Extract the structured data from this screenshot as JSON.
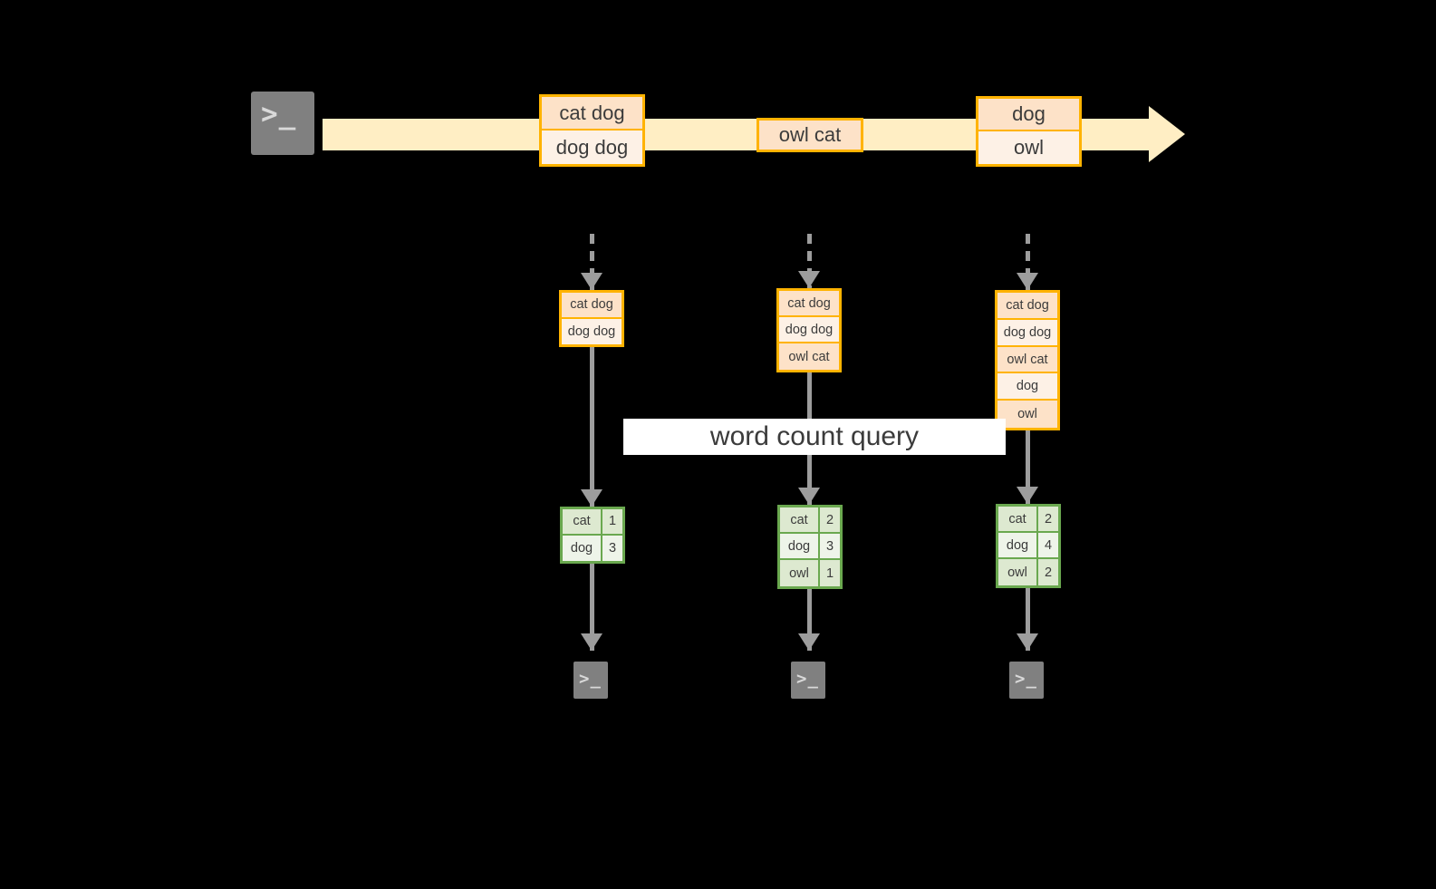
{
  "diagram": {
    "title_banner": "word count query",
    "source_icon": "terminal-icon",
    "sink_icon": "terminal-icon",
    "colors": {
      "background": "#000000",
      "stream_band": "#ffeec4",
      "record_border": "#ffb300",
      "record_fill_dark": "#fde2c8",
      "record_fill_light": "#fdf1e6",
      "result_border": "#6aa84f",
      "result_fill_dark": "#dde9d0",
      "result_fill_light": "#eef4e9",
      "connector": "#9d9d9d",
      "banner_fill": "#ffffff",
      "terminal_fill": "#808080"
    }
  },
  "stream": {
    "records": [
      {
        "lines": [
          "cat dog",
          "dog dog"
        ]
      },
      {
        "lines": [
          "owl cat"
        ]
      },
      {
        "lines": [
          "dog",
          "owl"
        ]
      }
    ]
  },
  "columns": [
    {
      "input": {
        "lines": [
          "cat dog",
          "dog dog"
        ]
      },
      "result": {
        "rows": [
          {
            "word": "cat",
            "count": "1"
          },
          {
            "word": "dog",
            "count": "3"
          }
        ]
      }
    },
    {
      "input": {
        "lines": [
          "cat dog",
          "dog dog",
          "owl cat"
        ]
      },
      "result": {
        "rows": [
          {
            "word": "cat",
            "count": "2"
          },
          {
            "word": "dog",
            "count": "3"
          },
          {
            "word": "owl",
            "count": "1"
          }
        ]
      }
    },
    {
      "input": {
        "lines": [
          "cat dog",
          "dog dog",
          "owl cat",
          "dog",
          "owl"
        ]
      },
      "result": {
        "rows": [
          {
            "word": "cat",
            "count": "2"
          },
          {
            "word": "dog",
            "count": "4"
          },
          {
            "word": "owl",
            "count": "2"
          }
        ]
      }
    }
  ],
  "terminal_glyph": ">_"
}
